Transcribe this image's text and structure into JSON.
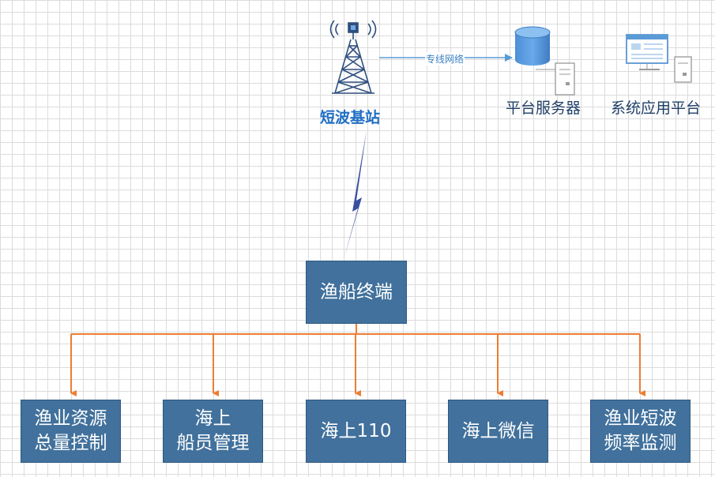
{
  "station": {
    "label": "短波基站",
    "icon": "radio-tower-icon"
  },
  "link": {
    "label": "专线网络"
  },
  "server": {
    "label": "平台服务器",
    "icon": "database-server-icon"
  },
  "platform": {
    "label": "系统应用平台",
    "icon": "monitor-pc-icon"
  },
  "terminal": {
    "label": "渔船终端"
  },
  "modules": [
    {
      "label": "渔业资源\n总量控制"
    },
    {
      "label": "海上\n船员管理"
    },
    {
      "label": "海上110"
    },
    {
      "label": "海上微信"
    },
    {
      "label": "渔业短波\n频率监测"
    }
  ],
  "colors": {
    "box_fill": "#41719c",
    "connector": "#ed7d31",
    "link_line": "#5b9bd5",
    "station_label": "#1f6fc4",
    "tower": "#2f4f7f",
    "lightning": "#3b4fa0"
  }
}
